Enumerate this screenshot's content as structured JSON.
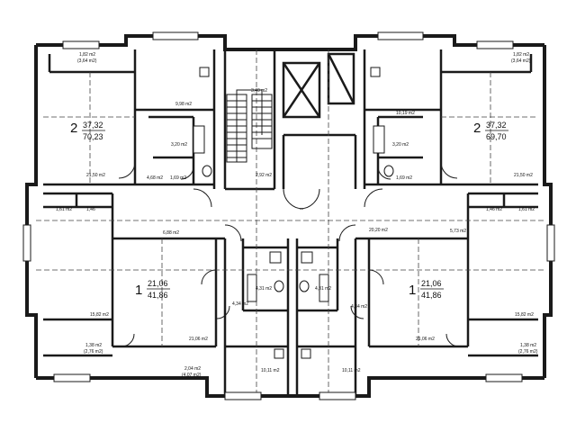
{
  "apartments": [
    {
      "id": "top-left",
      "rooms": "2",
      "living": "37,32",
      "total": "70,23"
    },
    {
      "id": "top-right",
      "rooms": "2",
      "living": "37,32",
      "total": "69,70"
    },
    {
      "id": "mid-left",
      "rooms": "1",
      "living": "21,06",
      "total": "41,86"
    },
    {
      "id": "mid-right",
      "rooms": "1",
      "living": "21,06",
      "total": "41,86"
    }
  ],
  "room_areas": {
    "tl_balcony": "1,82 m2",
    "tl_balcony_sub": "(3,64 m2)",
    "tr_balcony": "1,82 m2",
    "tr_balcony_sub": "(3,64 m2)",
    "tl_kitchen": "9,98 m2",
    "tr_kitchen": "10,19 m2",
    "stair_hall": "3,40 m2",
    "tl_bath": "3,20 m2",
    "tr_bath": "3,20 m2",
    "tl_hall": "4,68 m2",
    "tl_wc": "1,69 m2",
    "tr_wc": "1,69 m2",
    "tl_room": "21,50 m2",
    "tr_room": "21,50 m2",
    "lift_lobby": "2,92 m2",
    "l_closet_a": "1,61 m2",
    "l_closet_b": "1,46",
    "r_closet_a": "1,46 m2",
    "r_closet_b": "1,61 m2",
    "l_corridor": "6,88 m2",
    "r_corridor_a": "20,20 m2",
    "r_corridor_b": "5,73 m2",
    "ml_bath": "4,31 m2",
    "mr_bath": "4,31 m2",
    "ml_hall": "4,34 m2",
    "mr_hall": "4,34 m2",
    "l_loggia": "15,82 m2",
    "r_loggia": "15,82 m2",
    "ml_room": "21,06 m2",
    "mr_room": "21,06 m2",
    "bl_balcony": "1,38 m2",
    "bl_balcony_sub": "(2,76 m2)",
    "br_balcony": "1,38 m2",
    "br_balcony_sub": "(2,76 m2)",
    "bc_balcony": "2,04 m2",
    "bc_balcony_sub": "(4,07 m2)",
    "bl_kitchen": "10,11 m2",
    "br_kitchen": "10,11 m2"
  },
  "colors": {
    "wall": "#1a1a1a",
    "paper": "#ffffff",
    "hatch": "#555555"
  }
}
